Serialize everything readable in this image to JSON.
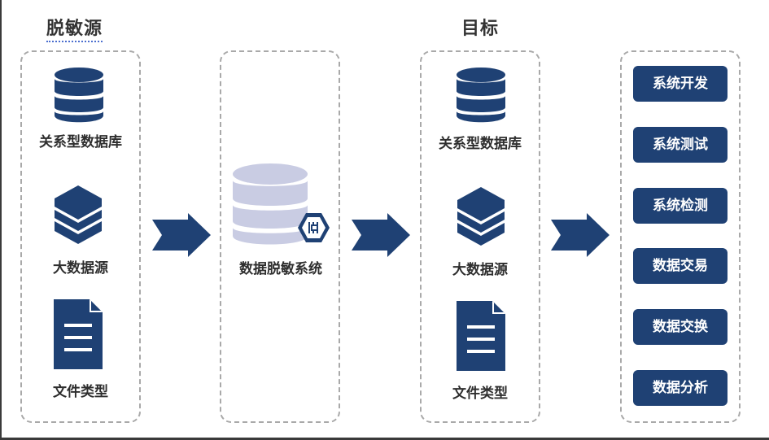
{
  "headings": {
    "source": "脱敏源",
    "target": "目标"
  },
  "source_column": {
    "items": [
      {
        "icon": "database-icon",
        "label": "关系型数据库"
      },
      {
        "icon": "layers-stack-icon",
        "label": "大数据源"
      },
      {
        "icon": "document-icon",
        "label": "文件类型"
      }
    ]
  },
  "system": {
    "icon": "database-shield-icon",
    "label": "数据脱敏系统"
  },
  "target_column": {
    "items": [
      {
        "icon": "database-icon",
        "label": "关系型数据库"
      },
      {
        "icon": "layers-stack-icon",
        "label": "大数据源"
      },
      {
        "icon": "document-icon",
        "label": "文件类型"
      }
    ]
  },
  "use_cases": [
    "系统开发",
    "系统测试",
    "系统检测",
    "数据交易",
    "数据交换",
    "数据分析"
  ],
  "colors": {
    "primary": "#1f4174",
    "panel_border": "#a9a9a9",
    "system_db": "#c9cce3",
    "text": "#2e2e2e"
  }
}
